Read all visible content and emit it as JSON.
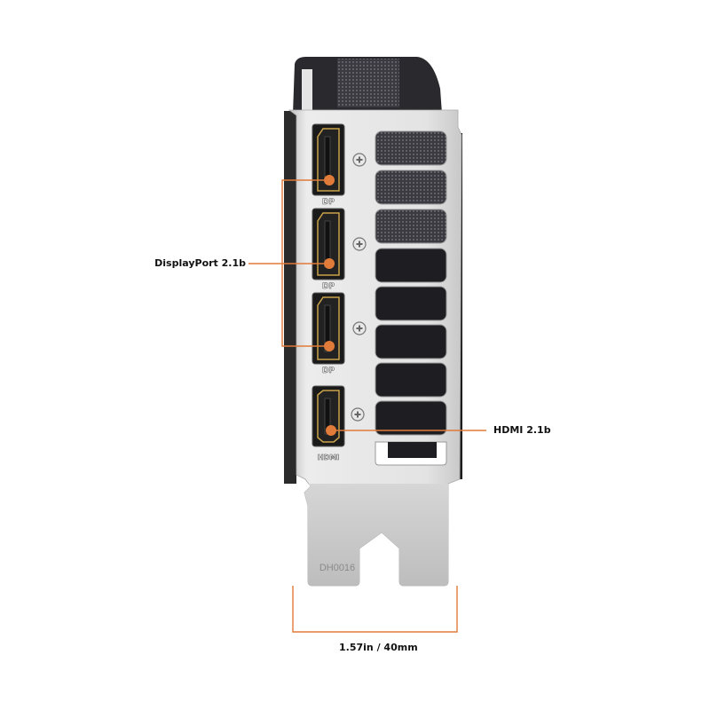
{
  "annotations": {
    "displayport": "DisplayPort 2.1b",
    "hdmi": "HDMI 2.1b",
    "width": "1.57in / 40mm"
  },
  "port_labels": [
    "DP",
    "DP",
    "DP",
    "HDMI"
  ],
  "bracket_code": "DH0016",
  "colors": {
    "accent": "#e07b39",
    "bracket": "#d9d9d9",
    "gold": "#c9a24a"
  }
}
